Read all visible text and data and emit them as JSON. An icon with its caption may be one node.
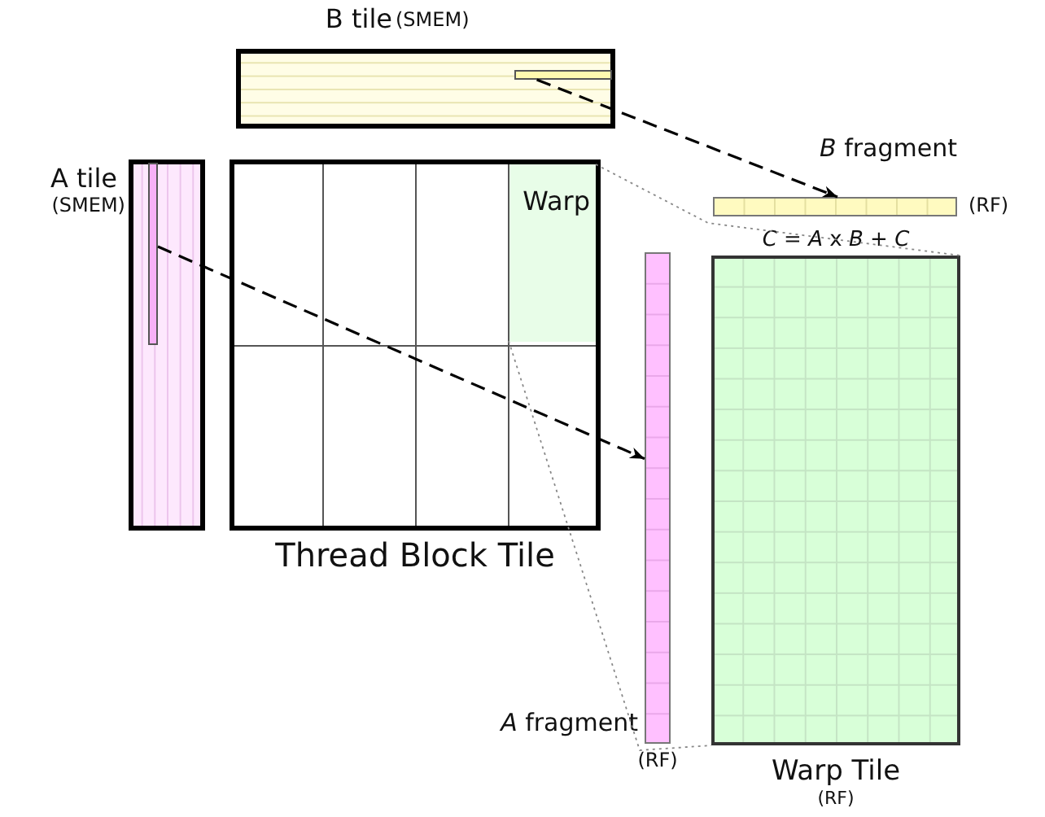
{
  "diagram": {
    "nodes": [
      {
        "text": [
          "B tile",
          "(SMEM)"
        ]
      },
      {
        "text": [],
        "shape": "box",
        "in": 0
      },
      {
        "text": [
          "A tile",
          "(SMEM)"
        ]
      },
      {
        "text": [],
        "shape": "box",
        "in": 2
      },
      {
        "text": [
          "Thread Block Tile"
        ]
      },
      {
        "text": [
          "Warp"
        ],
        "in": 4
      },
      {
        "text": [
          "*B* fragment",
          "(RF)"
        ]
      },
      {
        "text": [
          "*A* fragment",
          "(RF)"
        ]
      },
      {
        "text": [
          "*C* = *A* x *B* + *C*",
          "Warp Tile",
          "(RF)"
        ]
      }
    ],
    "edges": [
      {
        "from": 1,
        "to": 6,
        "arrow": "to",
        "style": "dashed"
      },
      {
        "from": 3,
        "to": 7,
        "arrow": "to",
        "style": "dashed"
      },
      {
        "from": 5,
        "to": 8,
        "arrow": "none",
        "style": "dashed",
        "color": "#888888"
      },
      {
        "from": 5,
        "to": 8,
        "arrow": "none",
        "style": "dashed",
        "color": "#888888"
      }
    ]
  }
}
